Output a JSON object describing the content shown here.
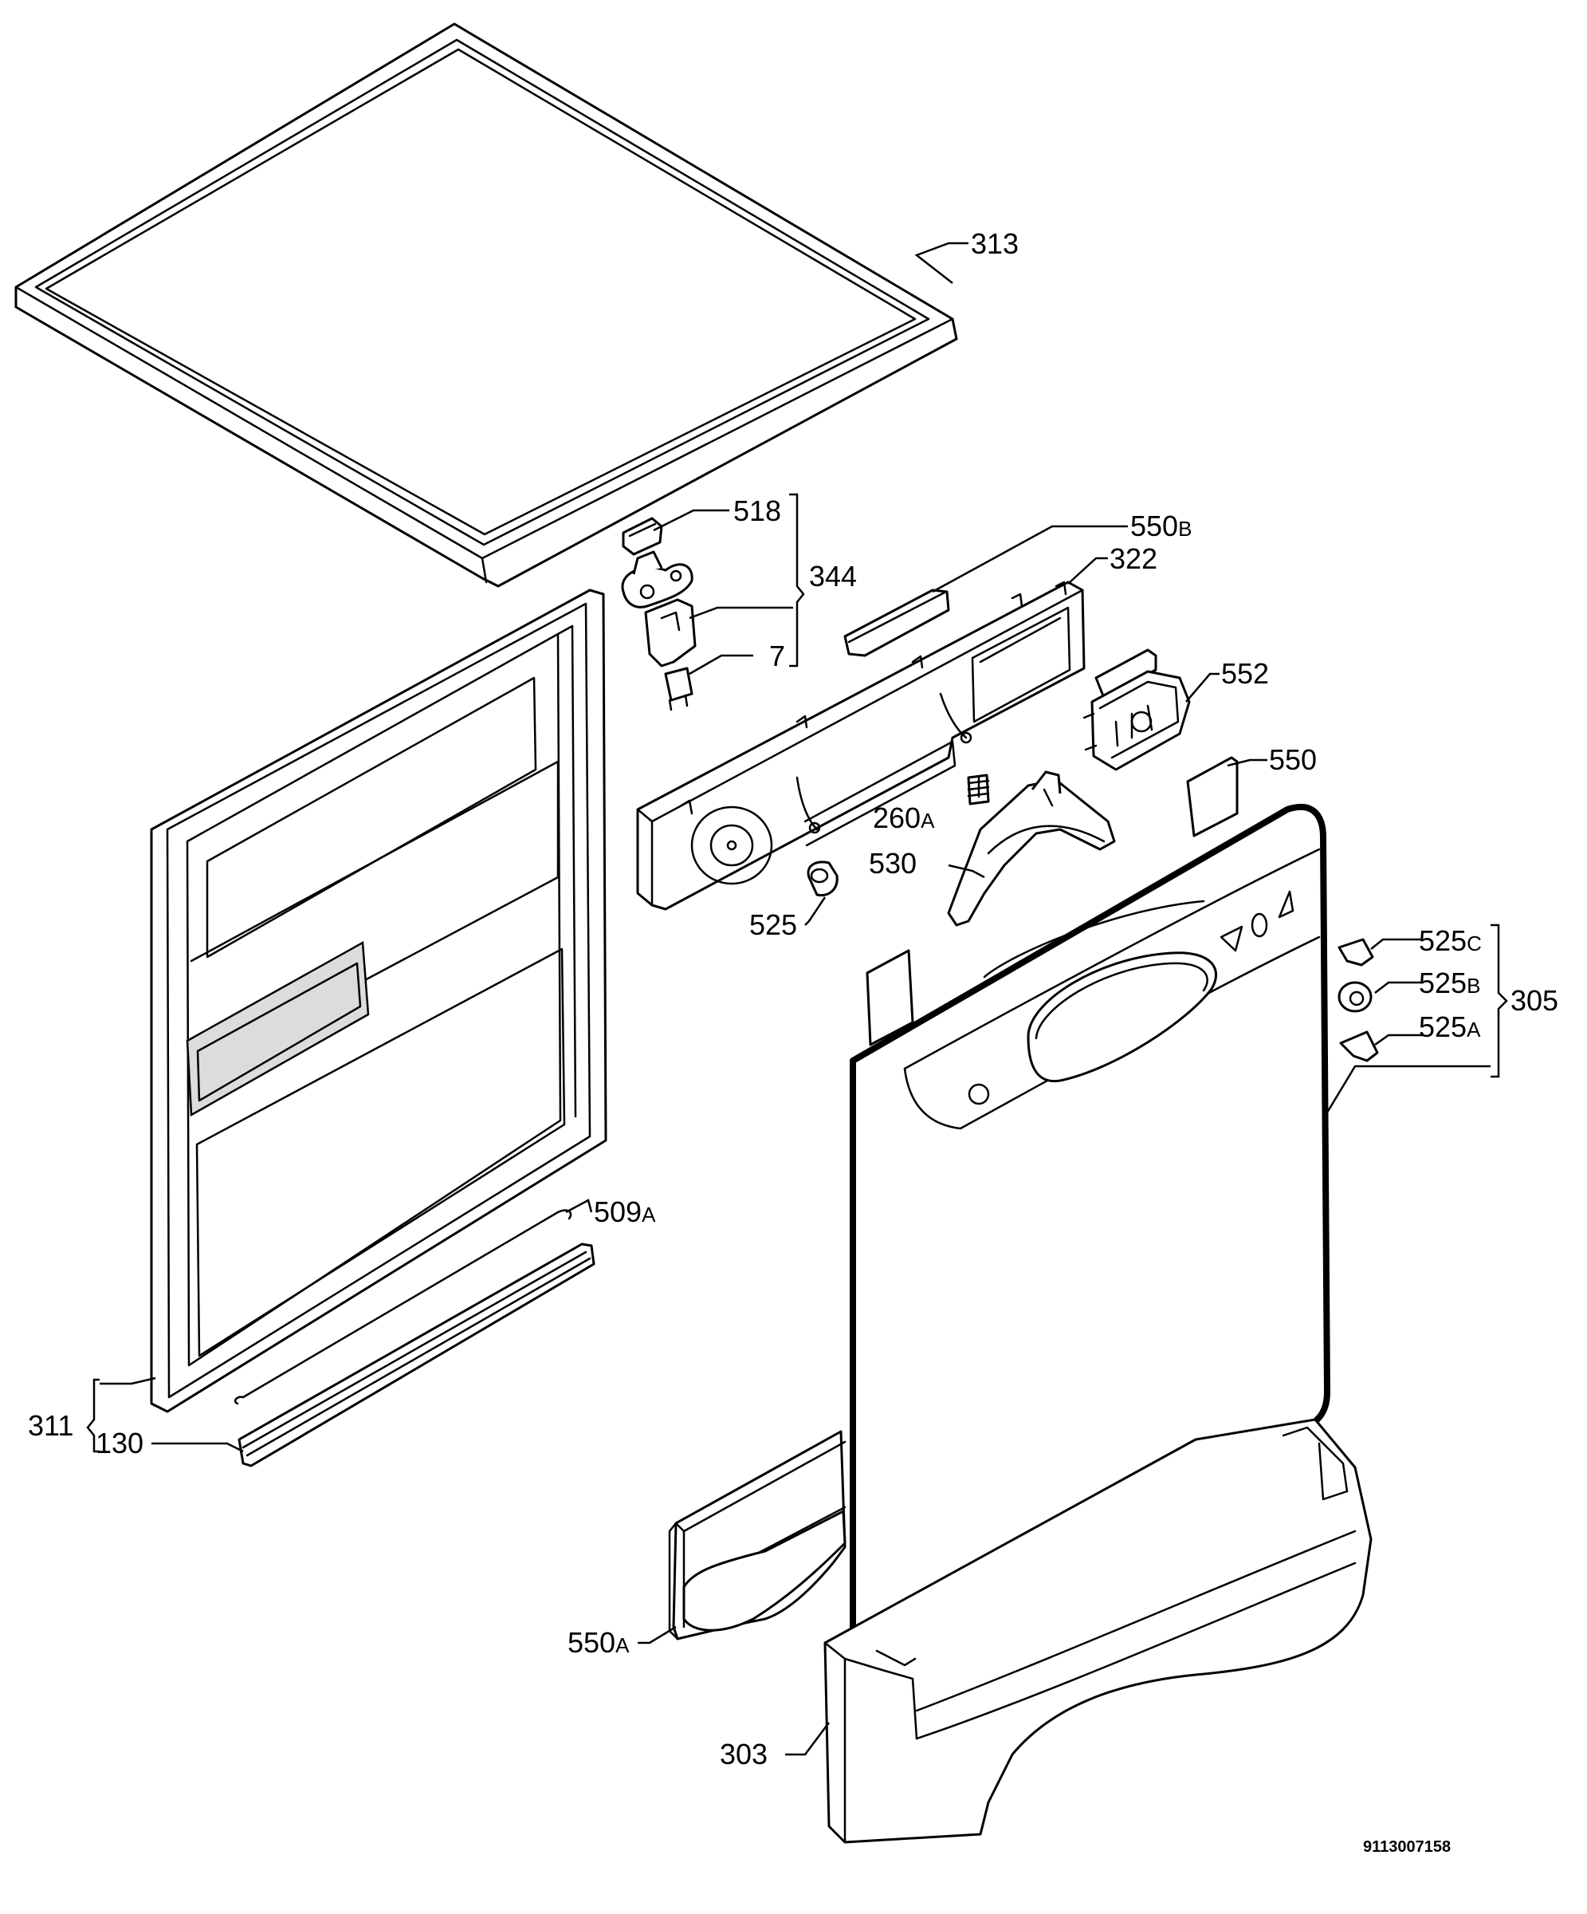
{
  "callouts": {
    "p313": "313",
    "p518": "518",
    "p344": "344",
    "p7": "7",
    "p550b_num": "550",
    "p550b_suf": "B",
    "p322": "322",
    "p552": "552",
    "p550": "550",
    "p260a_num": "260",
    "p260a_suf": "A",
    "p530": "530",
    "p525": "525",
    "p525c_num": "525",
    "p525c_suf": "C",
    "p525b_num": "525",
    "p525b_suf": "B",
    "p525a_num": "525",
    "p525a_suf": "A",
    "p305": "305",
    "p509a_num": "509",
    "p509a_suf": "A",
    "p311": "311",
    "p130": "130",
    "p550a_num": "550",
    "p550a_suf": "A",
    "p303": "303"
  },
  "document_number": "9113007158",
  "colors": {
    "line": "#000000",
    "background": "#ffffff",
    "shade": "#dcdcdc"
  }
}
